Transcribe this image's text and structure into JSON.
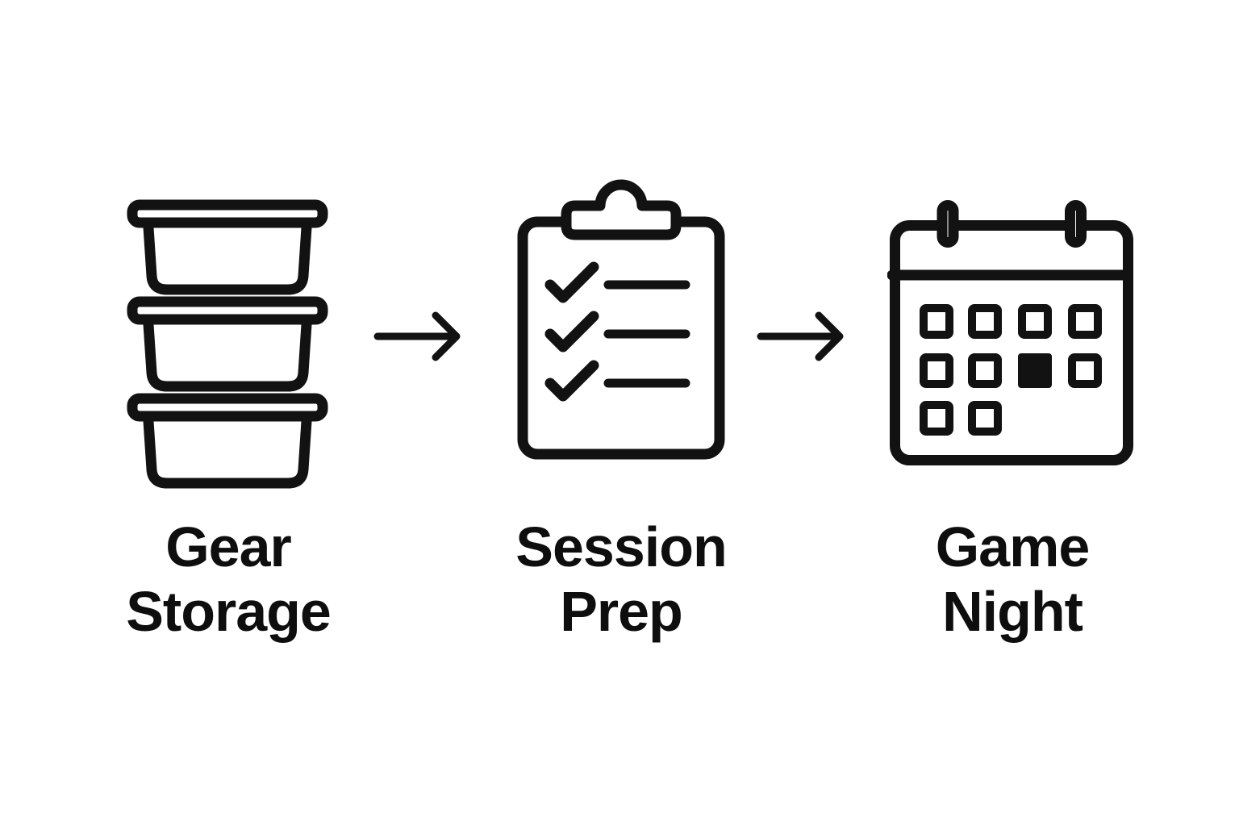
{
  "diagram": {
    "type": "process-flow",
    "background": "#ffffff",
    "colors": {
      "ink": "#121212",
      "label_ink": "#0e0e0e",
      "background": "#ffffff"
    },
    "steps": [
      {
        "name": "gear-storage",
        "icon": "storage-bins-icon",
        "label": "Gear\nStorage"
      },
      {
        "name": "session-prep",
        "icon": "checklist-clipboard-icon",
        "label": "Session\nPrep"
      },
      {
        "name": "game-night",
        "icon": "calendar-icon",
        "label": "Game\nNight"
      }
    ],
    "connectors": [
      {
        "type": "arrow-right"
      },
      {
        "type": "arrow-right"
      }
    ]
  }
}
